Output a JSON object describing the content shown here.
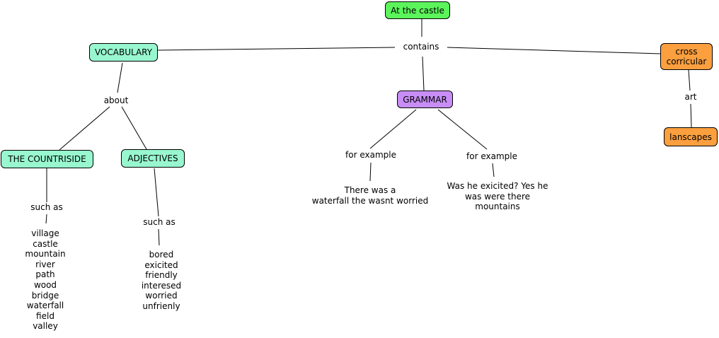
{
  "nodes": {
    "root": "At the castle",
    "vocabulary": "VOCABULARY",
    "grammar": "GRAMMAR",
    "cross": "cross\ncorricular",
    "countryside": "THE COUNTRISIDE",
    "adjectives": "ADJECTIVES",
    "landscapes": "lanscapes"
  },
  "links": {
    "contains": "contains",
    "about": "about",
    "art": "art",
    "such_as_1": "such as",
    "such_as_2": "such as",
    "for_example_1": "for example",
    "for_example_2": "for example"
  },
  "lists": {
    "countryside_words": "village\ncastle\nmountain\nriver\npath\nwood\nbridge\nwaterfall\nfield\nvalley",
    "adjective_words": "bored\nexicited\nfriendly\ninteresed\nworried\nunfrienly",
    "example_1": "There was a\nwaterfall the wasnt worried",
    "example_2": "Was he exicited? Yes he\nwas were there\nmountains"
  },
  "colors": {
    "root": "#5bf55b",
    "vocabulary_group": "#98f7cf",
    "grammar": "#c88ef6",
    "cross_group": "#fb9f3f"
  }
}
